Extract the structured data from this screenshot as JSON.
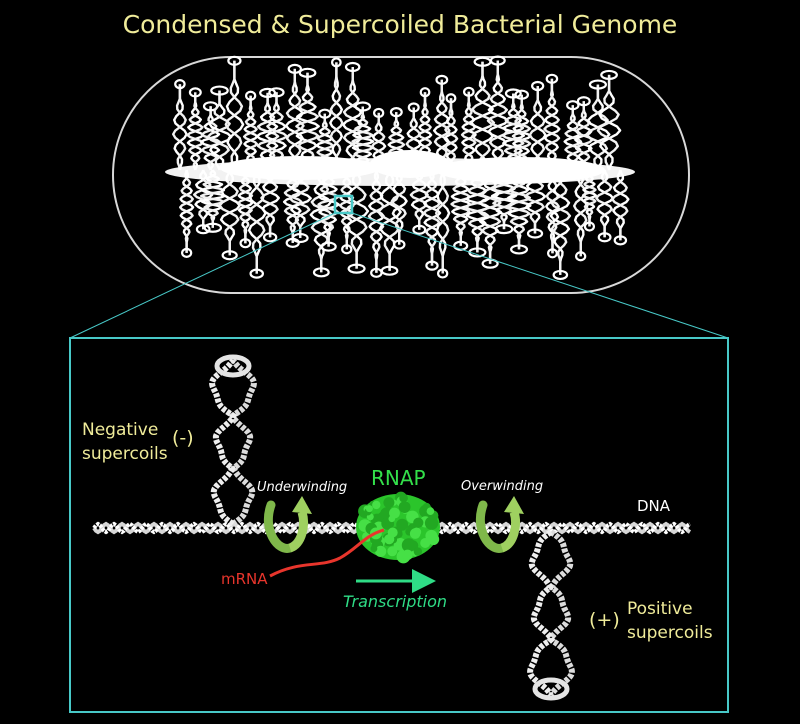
{
  "title": "Condensed & Supercoiled Bacterial Genome",
  "labels": {
    "negative_line1": "Negative",
    "negative_line2": "supercoils",
    "negative_symbol": "(-)",
    "positive_line1": "Positive",
    "positive_line2": "supercoils",
    "positive_symbol": "(+)",
    "underwinding": "Underwinding",
    "overwinding": "Overwinding",
    "rnap": "RNAP",
    "dna": "DNA",
    "mrna": "mRNA",
    "transcription": "Transcription"
  },
  "colors": {
    "background": "#000000",
    "title_text": "#f0ec9a",
    "dna": "#e2e2e2",
    "highlight_box": "#48c9c8",
    "rnap": "#2fd12f",
    "mrna": "#e8352c",
    "transcription_arrow": "#2fdc86",
    "winding_arrow": "#8fc454"
  }
}
